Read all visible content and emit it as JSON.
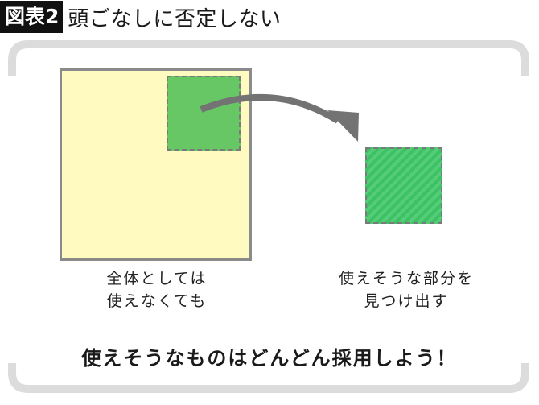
{
  "header": {
    "figure_label": "図表2",
    "title": "頭ごなしに否定しない"
  },
  "diagram": {
    "colors": {
      "frame": "#dcdcdc",
      "whole_fill": "#fffbc0",
      "whole_border": "#8a8a8a",
      "part_fill": "#66c764",
      "extracted_fill": "#3cc265",
      "arrow": "#737373"
    },
    "left_caption": {
      "line1": "全体としては",
      "line2": "使えなくても"
    },
    "right_caption": {
      "line1": "使えそうな部分を",
      "line2": "見つけ出す"
    },
    "conclusion": "使えそうなものはどんどん採用しよう！"
  }
}
